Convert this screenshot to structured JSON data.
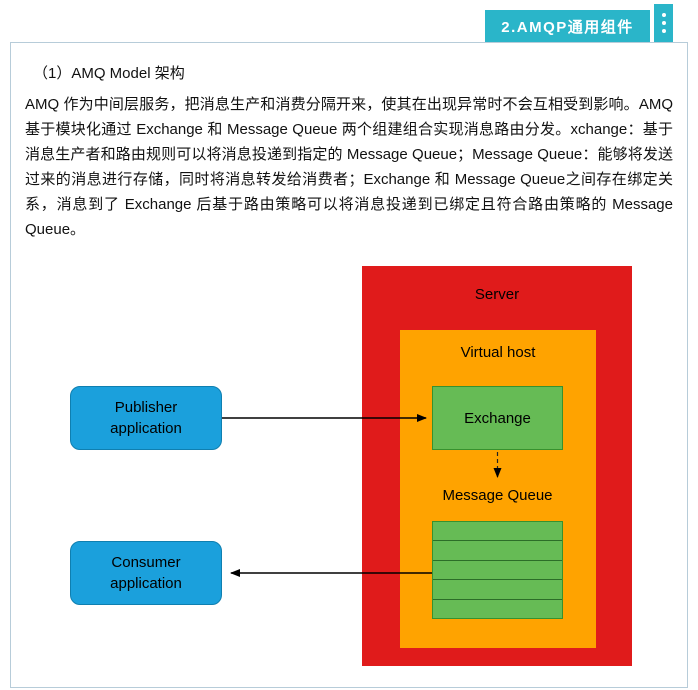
{
  "header": {
    "tab_label": "2.AMQP通用组件",
    "accent_color": "#2ab5c9"
  },
  "content": {
    "title": "（1）AMQ Model 架构",
    "paragraph": "AMQ 作为中间层服务，把消息生产和消费分隔开来，使其在出现异常时不会互相受到影响。AMQ 基于模块化通过 Exchange 和 Message Queue 两个组建组合实现消息路由分发。xchange：基于消息生产者和路由规则可以将消息投递到指定的 Message Queue；Message Queue：能够将发送过来的消息进行存储，同时将消息转发给消费者；Exchange 和 Message Queue之间存在绑定关系，消息到了 Exchange 后基于路由策略可以将消息投递到已绑定且符合路由策略的 Message Queue。"
  },
  "diagram": {
    "server_label": "Server",
    "virtual_host_label": "Virtual host",
    "exchange_label": "Exchange",
    "message_queue_label": "Message Queue",
    "publisher_label": "Publisher application",
    "consumer_label": "Consumer application",
    "colors": {
      "server_box": "#e01b1b",
      "virtual_host_box": "#ffa300",
      "component_box": "#66bb55",
      "application_box": "#1ba0dc",
      "arrow": "#000000"
    }
  }
}
